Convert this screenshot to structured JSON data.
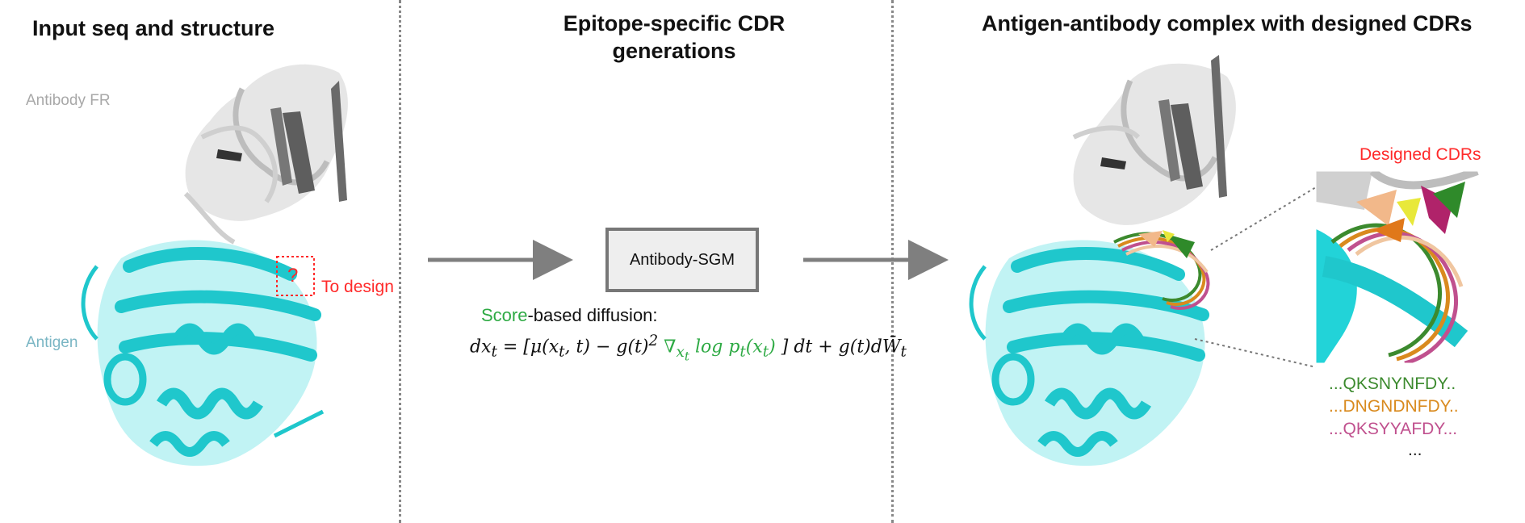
{
  "panels": {
    "input_title": "Input seq and structure",
    "middle_title_line1": "Epitope-specific CDR",
    "middle_title_line2": "generations",
    "output_title": "Antigen-antibody complex with designed CDRs"
  },
  "labels": {
    "antibody_fr": "Antibody FR",
    "antigen": "Antigen",
    "question_mark": "?",
    "to_design": "To design",
    "model_box": "Antibody-SGM",
    "score_word": "Score",
    "diffusion_rest": "-based diffusion:",
    "designed_cdrs": "Designed CDRs"
  },
  "equation": {
    "lhs": "dx",
    "lhs_sub": "t",
    "eq_part1": " = [μ(x",
    "eq_part2": ", t) − g(t)",
    "eq_sup": "2",
    "grad": " ∇",
    "grad_sub": "x",
    "grad_sub2": "t",
    "log": " log p",
    "log_sub": "t",
    "arg": "(x",
    "arg_close": ")",
    "eq_part3": " ] dt + g(t)dW̄",
    "eq_end_sub": "t"
  },
  "sequences": [
    {
      "text": "...QKSNYNFDY..",
      "color": "#3c8a2e"
    },
    {
      "text": "...DNGNDNFDY..",
      "color": "#d98a1e"
    },
    {
      "text": "...QKSYYAFDY...",
      "color": "#c0508e"
    },
    {
      "text": "...",
      "color": "#222222"
    }
  ],
  "colors": {
    "antigen": "#22d3d8",
    "antibody_light": "#cfcfcf",
    "antibody_dark": "#5e5e5e",
    "arrow": "#7f7f7f",
    "red": "#ff2a2a",
    "score_green": "#2eaa44"
  }
}
